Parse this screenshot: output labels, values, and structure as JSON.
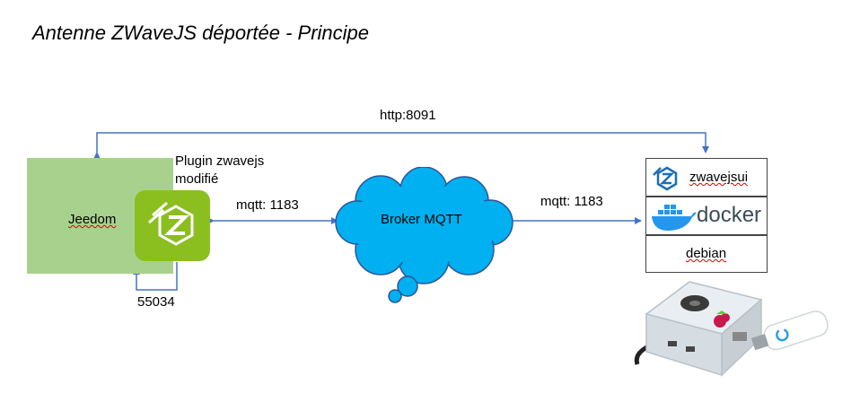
{
  "title": "Antenne ZWaveJS déportée - Principe",
  "labels": {
    "http": "http:8091",
    "plugin_line1": "Plugin zwavejs",
    "plugin_line2": "modifié",
    "jeedom": "Jeedom",
    "mqtt_left": "mqtt: 1183",
    "mqtt_right": "mqtt: 1183",
    "broker": "Broker MQTT",
    "port": "55034",
    "zwavejsui": "zwavejsui",
    "docker": "docker",
    "debian": "debian"
  },
  "colors": {
    "arrow": "#4472c4",
    "jeedom_box": "#a9d18e",
    "plugin_icon": "#8bbf1f",
    "cloud_fill": "#00b0f0",
    "cloud_stroke": "#2f5597",
    "docker_blue": "#2496ed",
    "zwave_blue": "#1a6fb6"
  },
  "icons": [
    "zwavejs-plugin-icon",
    "zwavejsui-logo-icon",
    "docker-whale-icon",
    "raspberry-pi-hardware-icon"
  ]
}
